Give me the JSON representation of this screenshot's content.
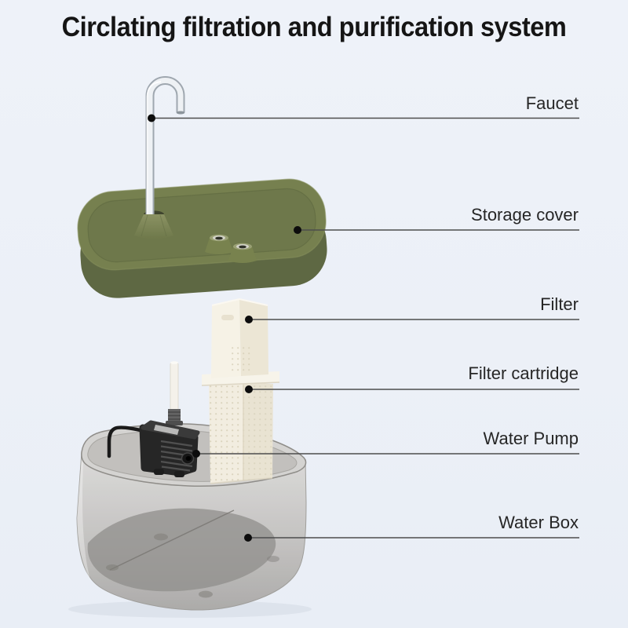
{
  "title": "Circlating filtration and purification system",
  "labels": [
    {
      "id": "faucet",
      "text": "Faucet"
    },
    {
      "id": "storage-cover",
      "text": "Storage cover"
    },
    {
      "id": "filter",
      "text": "Filter"
    },
    {
      "id": "filter-cartridge",
      "text": "Filter cartridge"
    },
    {
      "id": "water-pump",
      "text": "Water Pump"
    },
    {
      "id": "water-box",
      "text": "Water Box"
    }
  ],
  "colors": {
    "background": "#edf1f8",
    "title_text": "#151515",
    "label_text": "#262626",
    "leader_line": "#4d4d4d",
    "leader_dot": "#0c0c0c",
    "tray_olive_top": "#76804f",
    "tray_olive_side": "#5e6843",
    "filter_cream": "#f3eee1",
    "pump_black": "#262626",
    "water_box_grey": "#c6c5c3",
    "faucet_tube": "#eef1f4"
  }
}
